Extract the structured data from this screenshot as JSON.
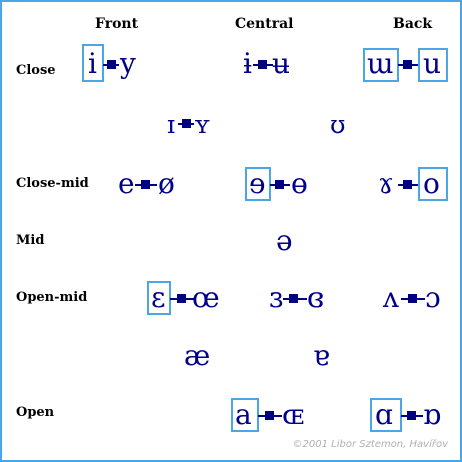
{
  "columns": {
    "front": "Front",
    "central": "Central",
    "back": "Back"
  },
  "rows": {
    "close": "Close",
    "close_mid": "Close-mid",
    "mid": "Mid",
    "open_mid": "Open-mid",
    "open": "Open"
  },
  "vowels": {
    "i": "i",
    "y": "y",
    "barred_i": "ɨ",
    "barred_u": "ʉ",
    "unrounded_u": "ɯ",
    "u": "u",
    "small_cap_i": "ɪ",
    "small_cap_y": "ʏ",
    "upsilon": "ʊ",
    "e": "e",
    "o_slash": "ø",
    "rev_e": "ɘ",
    "barred_o": "ɵ",
    "ram_horn": "ɤ",
    "o": "o",
    "schwa": "ə",
    "epsilon": "ɛ",
    "oe": "œ",
    "rev_epsilon": "ɜ",
    "closed_rev_epsilon": "ɞ",
    "turned_v": "ʌ",
    "open_o": "ɔ",
    "ash": "æ",
    "turned_a": "ɐ",
    "a": "a",
    "small_cap_oe": "ɶ",
    "script_a": "ɑ",
    "turned_script_a": "ɒ"
  },
  "credit": "©2001 Libor Sztemon, Havířov"
}
